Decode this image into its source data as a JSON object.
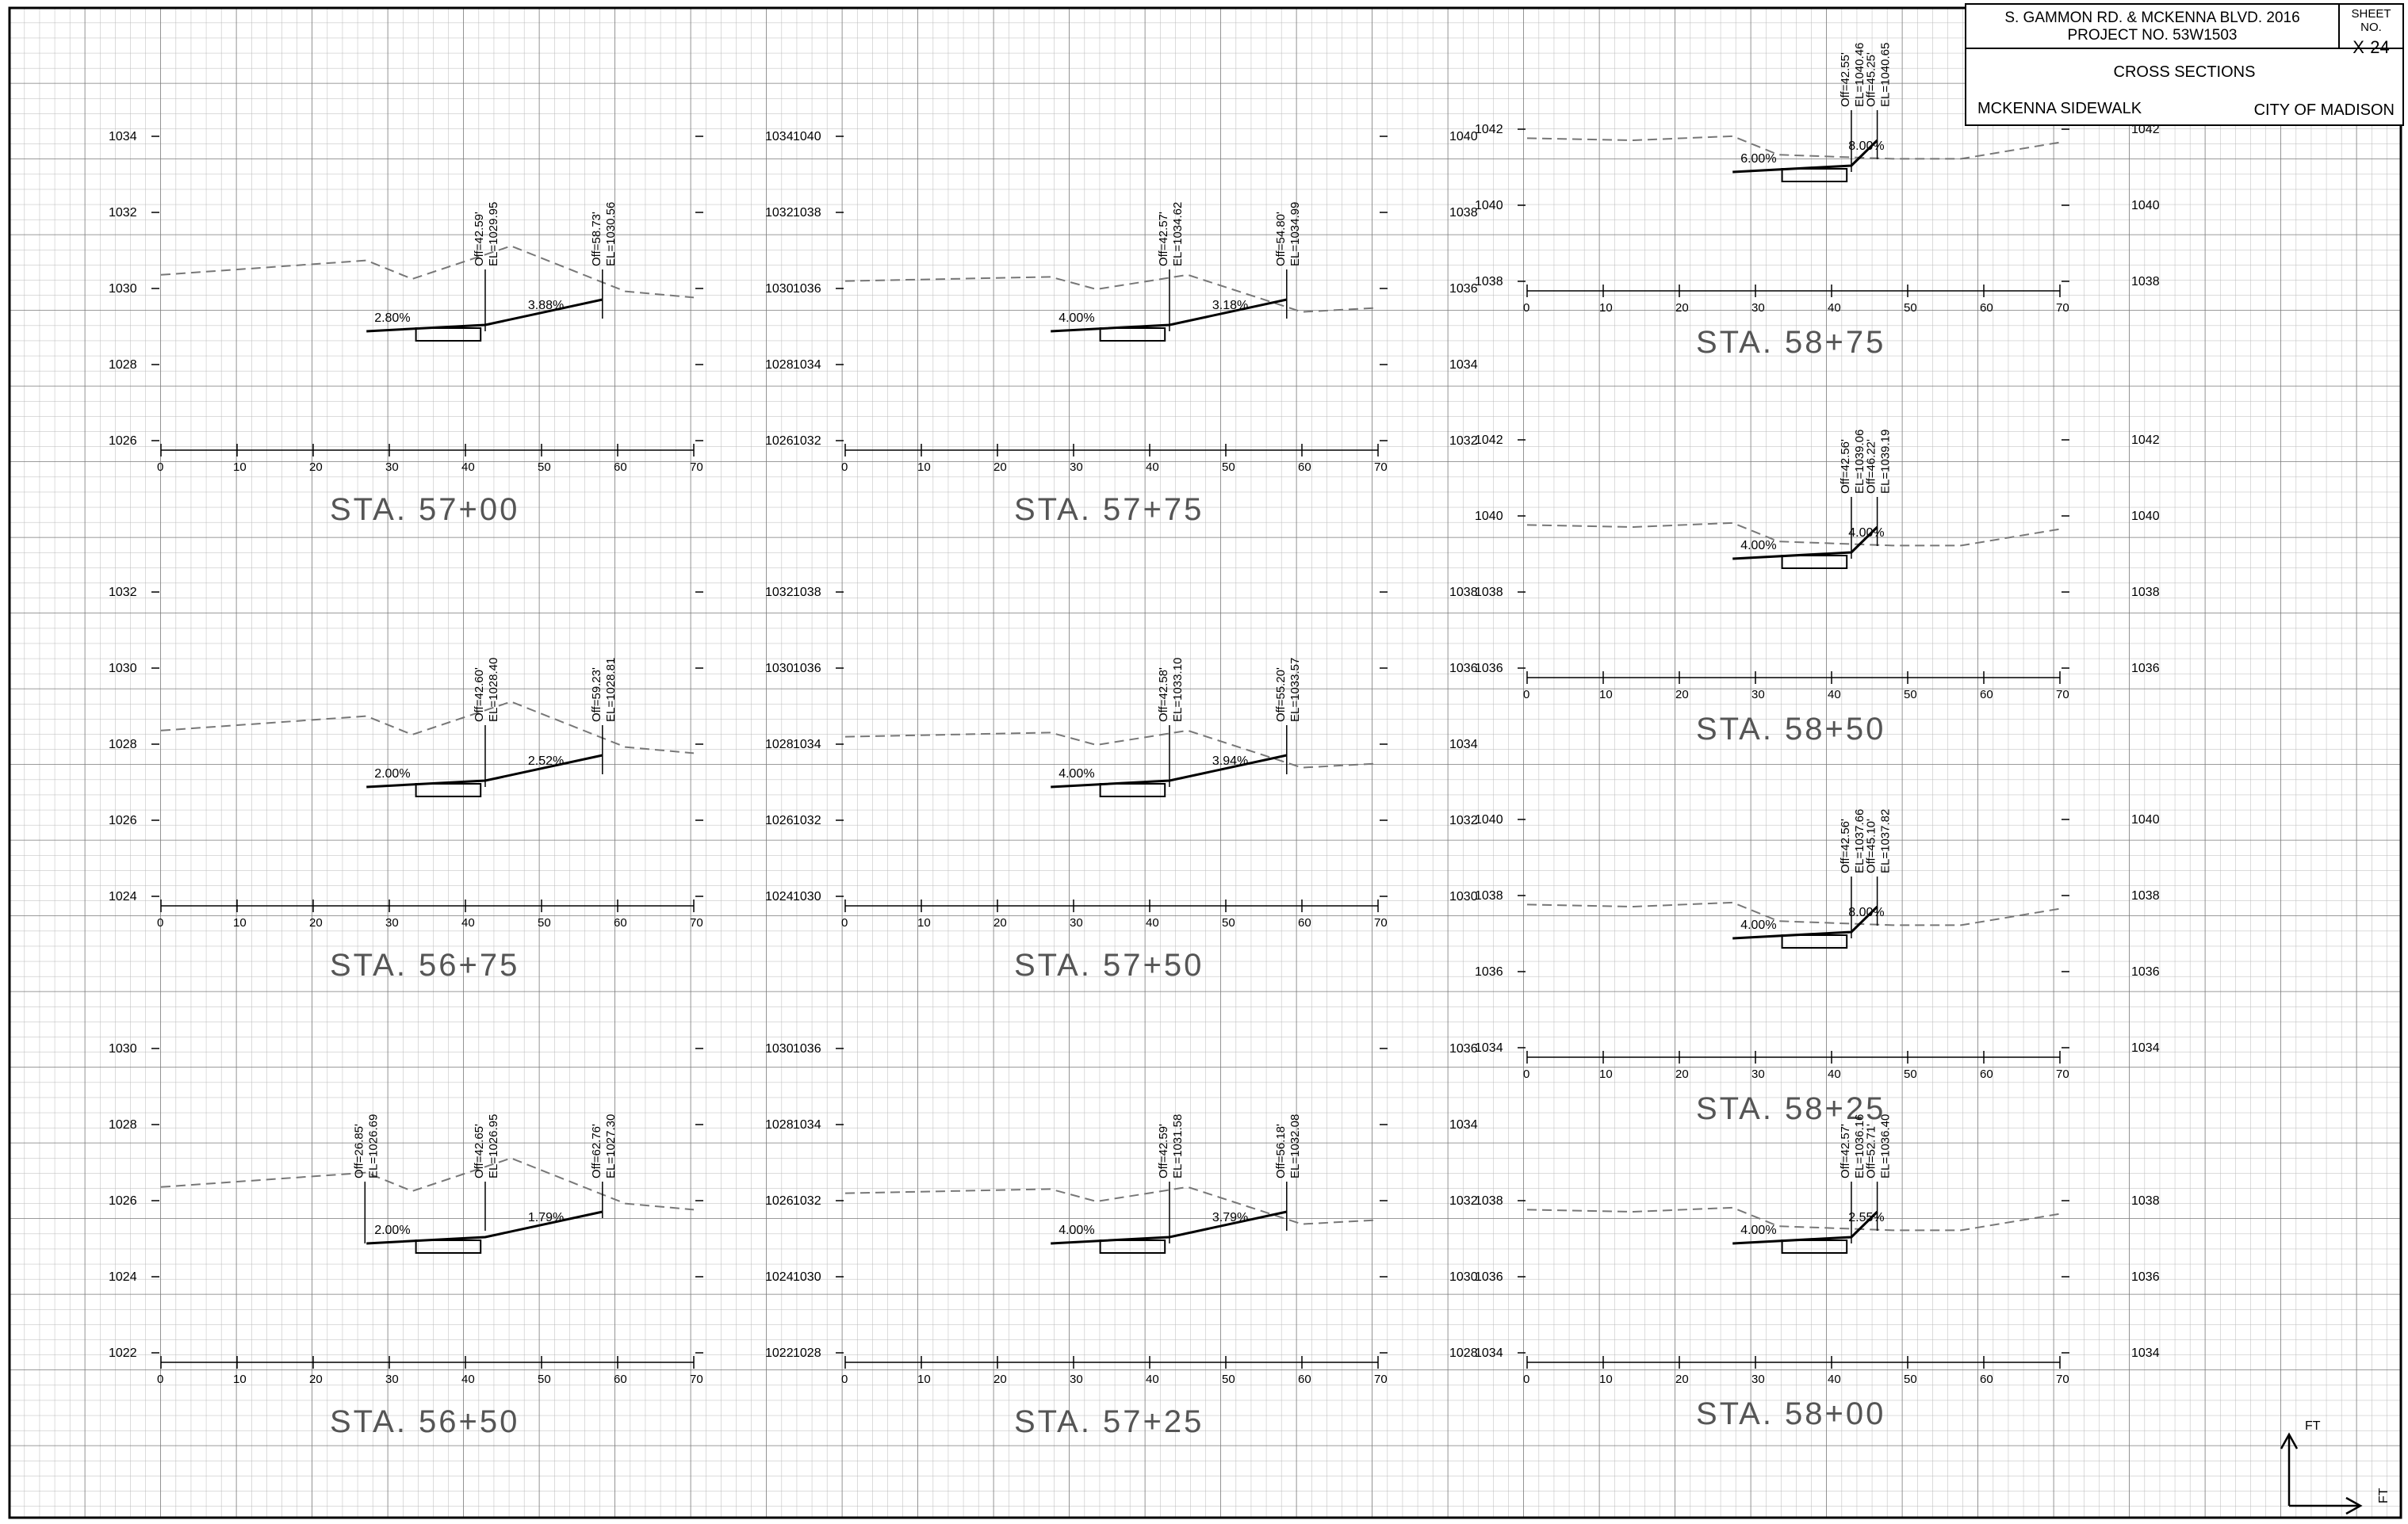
{
  "title_block": {
    "project_line1": "S. GAMMON RD. & MCKENNA BLVD. 2016",
    "project_line2": "PROJECT NO. 53W1503",
    "sheet_label": "SHEET NO.",
    "sheet_no": "X-24",
    "sheet_title": "CROSS SECTIONS",
    "subtitle": "MCKENNA SIDEWALK",
    "owner": "CITY OF MADISON"
  },
  "north_arrow": {
    "up_label": "FT",
    "right_label": "FT"
  },
  "sections": [
    {
      "station": "STA. 57+00",
      "col": 0,
      "row": 0,
      "elev_labels": [
        "1034",
        "1032",
        "1030",
        "1028",
        "1026"
      ],
      "offset_ticks": [
        "0",
        "10",
        "20",
        "30",
        "40",
        "50",
        "60",
        "70"
      ],
      "slopes": [
        "2.80%",
        "3.88%"
      ],
      "callouts": [
        {
          "off": "Off=42.59'",
          "el": "EL=1029.95"
        },
        {
          "off": "Off=58.73'",
          "el": "EL=1030.56"
        }
      ]
    },
    {
      "station": "STA. 56+75",
      "col": 0,
      "row": 1,
      "elev_labels": [
        "1032",
        "1030",
        "1028",
        "1026",
        "1024"
      ],
      "offset_ticks": [
        "0",
        "10",
        "20",
        "30",
        "40",
        "50",
        "60",
        "70"
      ],
      "slopes": [
        "2.00%",
        "2.52%"
      ],
      "callouts": [
        {
          "off": "Off=42.60'",
          "el": "EL=1028.40"
        },
        {
          "off": "Off=59.23'",
          "el": "EL=1028.81"
        }
      ]
    },
    {
      "station": "STA. 56+50",
      "col": 0,
      "row": 2,
      "elev_labels": [
        "1030",
        "1028",
        "1026",
        "1024",
        "1022"
      ],
      "offset_ticks": [
        "0",
        "10",
        "20",
        "30",
        "40",
        "50",
        "60",
        "70"
      ],
      "slopes": [
        "2.00%",
        "1.79%"
      ],
      "callouts": [
        {
          "off": "Off=26.85'",
          "el": "EL=1026.69"
        },
        {
          "off": "Off=42.65'",
          "el": "EL=1026.95"
        },
        {
          "off": "Off=62.76'",
          "el": "EL=1027.30"
        }
      ]
    },
    {
      "station": "STA. 57+75",
      "col": 1,
      "row": 0,
      "elev_labels": [
        "1040",
        "1038",
        "1036",
        "1034",
        "1032"
      ],
      "offset_ticks": [
        "0",
        "10",
        "20",
        "30",
        "40",
        "50",
        "60",
        "70"
      ],
      "slopes": [
        "4.00%",
        "3.18%"
      ],
      "callouts": [
        {
          "off": "Off=42.57'",
          "el": "EL=1034.62"
        },
        {
          "off": "Off=54.80'",
          "el": "EL=1034.99"
        }
      ]
    },
    {
      "station": "STA. 57+50",
      "col": 1,
      "row": 1,
      "elev_labels": [
        "1038",
        "1036",
        "1034",
        "1032",
        "1030"
      ],
      "offset_ticks": [
        "0",
        "10",
        "20",
        "30",
        "40",
        "50",
        "60",
        "70"
      ],
      "slopes": [
        "4.00%",
        "3.94%"
      ],
      "callouts": [
        {
          "off": "Off=42.58'",
          "el": "EL=1033.10"
        },
        {
          "off": "Off=55.20'",
          "el": "EL=1033.57"
        }
      ]
    },
    {
      "station": "STA. 57+25",
      "col": 1,
      "row": 2,
      "elev_labels": [
        "1036",
        "1034",
        "1032",
        "1030",
        "1028"
      ],
      "offset_ticks": [
        "0",
        "10",
        "20",
        "30",
        "40",
        "50",
        "60",
        "70"
      ],
      "slopes": [
        "4.00%",
        "3.79%"
      ],
      "callouts": [
        {
          "off": "Off=42.59'",
          "el": "EL=1031.58"
        },
        {
          "off": "Off=56.18'",
          "el": "EL=1032.08"
        }
      ]
    },
    {
      "station": "STA. 58+75",
      "col": 2,
      "row": 0,
      "elev_labels": [
        "1042",
        "1040",
        "1038"
      ],
      "offset_ticks": [
        "0",
        "10",
        "20",
        "30",
        "40",
        "50",
        "60",
        "70"
      ],
      "slopes": [
        "6.00%",
        "8.00%"
      ],
      "callouts": [
        {
          "off": "Off=42.55'",
          "el": "EL=1040.46"
        },
        {
          "off": "Off=45.25'",
          "el": "EL=1040.65"
        }
      ]
    },
    {
      "station": "STA. 58+50",
      "col": 2,
      "row": 1,
      "elev_labels": [
        "1042",
        "1040",
        "1038",
        "1036"
      ],
      "offset_ticks": [
        "0",
        "10",
        "20",
        "30",
        "40",
        "50",
        "60",
        "70"
      ],
      "slopes": [
        "4.00%",
        "4.00%"
      ],
      "callouts": [
        {
          "off": "Off=42.56'",
          "el": "EL=1039.06"
        },
        {
          "off": "Off=46.22'",
          "el": "EL=1039.19"
        }
      ]
    },
    {
      "station": "STA. 58+25",
      "col": 2,
      "row": 2,
      "elev_labels": [
        "1040",
        "1038",
        "1036",
        "1034"
      ],
      "offset_ticks": [
        "0",
        "10",
        "20",
        "30",
        "40",
        "50",
        "60",
        "70"
      ],
      "slopes": [
        "4.00%",
        "8.00%"
      ],
      "callouts": [
        {
          "off": "Off=42.56'",
          "el": "EL=1037.66"
        },
        {
          "off": "Off=45.10'",
          "el": "EL=1037.82"
        }
      ]
    },
    {
      "station": "STA. 58+00",
      "col": 2,
      "row": 3,
      "elev_labels": [
        "1038",
        "1036",
        "1034"
      ],
      "offset_ticks": [
        "0",
        "10",
        "20",
        "30",
        "40",
        "50",
        "60",
        "70"
      ],
      "slopes": [
        "4.00%",
        "2.55%"
      ],
      "callouts": [
        {
          "off": "Off=42.57'",
          "el": "EL=1036.16"
        },
        {
          "off": "Off=52.71'",
          "el": "EL=1036.40"
        }
      ]
    }
  ]
}
